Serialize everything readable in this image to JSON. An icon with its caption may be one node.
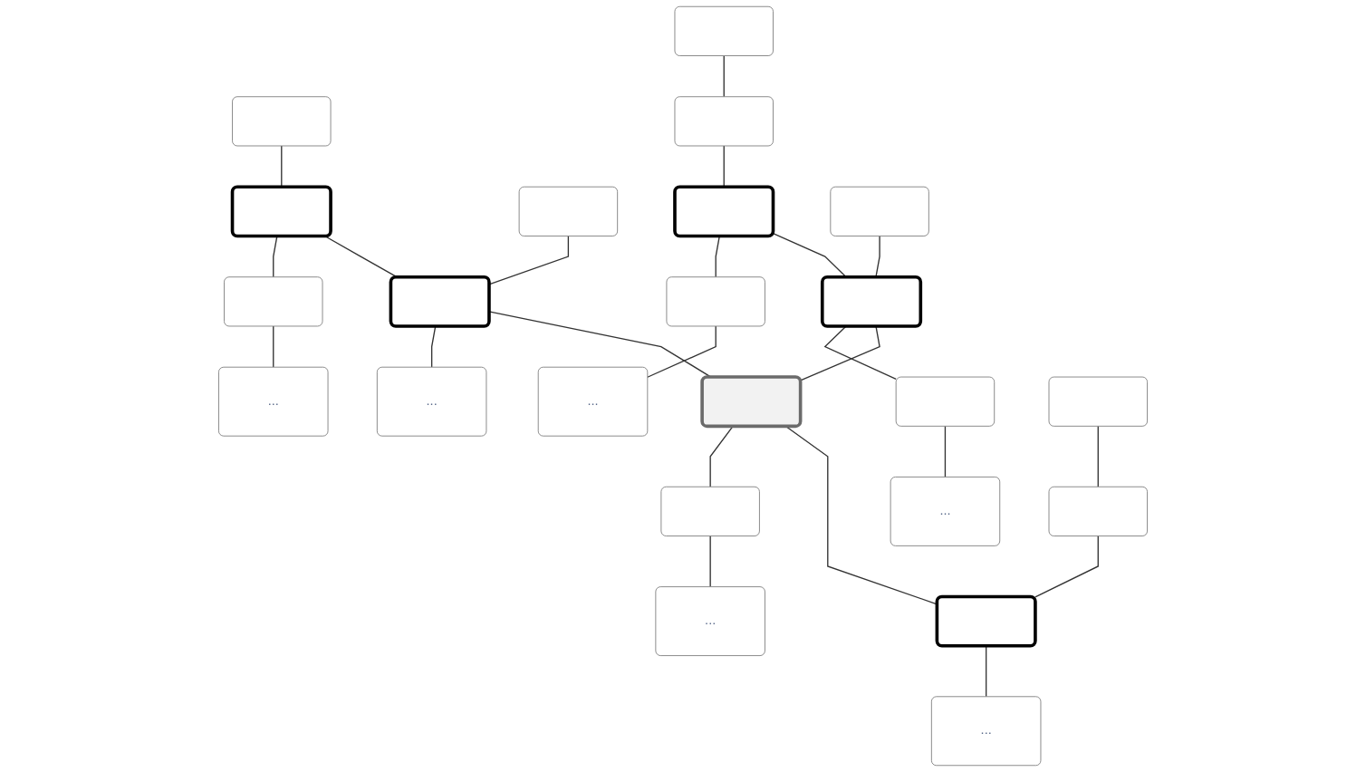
{
  "diagram": {
    "nodes": [
      {
        "text": [],
        "shape": "box"
      },
      {
        "text": [],
        "shape": "box"
      },
      {
        "text": [],
        "shape": "box"
      },
      {
        "text": [
          "..."
        ]
      },
      {
        "text": [],
        "shape": "box"
      },
      {
        "text": [],
        "shape": "box"
      },
      {
        "text": [
          "..."
        ]
      },
      {
        "text": [],
        "shape": "box"
      },
      {
        "text": [],
        "shape": "box"
      },
      {
        "text": [],
        "shape": "box"
      },
      {
        "text": [],
        "shape": "box"
      },
      {
        "text": [
          "..."
        ]
      },
      {
        "text": [],
        "shape": "box"
      },
      {
        "text": [],
        "shape": "box"
      },
      {
        "text": [],
        "shape": "box"
      },
      {
        "text": [
          "..."
        ]
      },
      {
        "text": [],
        "shape": "box"
      },
      {
        "text": [],
        "shape": "box"
      },
      {
        "text": [
          "..."
        ]
      },
      {
        "text": [],
        "shape": "box"
      },
      {
        "text": [],
        "shape": "box"
      },
      {
        "text": [],
        "shape": "box"
      },
      {
        "text": [
          "..."
        ]
      }
    ],
    "edges": [
      {
        "from": 0,
        "to": 1,
        "arrow": "none"
      },
      {
        "from": 1,
        "to": 2,
        "arrow": "none"
      },
      {
        "from": 2,
        "to": 3,
        "arrow": "none"
      },
      {
        "from": 1,
        "to": 5,
        "arrow": "none"
      },
      {
        "from": 4,
        "to": 5,
        "arrow": "none"
      },
      {
        "from": 5,
        "to": 6,
        "arrow": "none"
      },
      {
        "from": 5,
        "to": 16,
        "arrow": "none"
      },
      {
        "from": 7,
        "to": 8,
        "arrow": "none"
      },
      {
        "from": 8,
        "to": 9,
        "arrow": "none"
      },
      {
        "from": 9,
        "to": 10,
        "arrow": "none"
      },
      {
        "from": 10,
        "to": 11,
        "arrow": "none"
      },
      {
        "from": 9,
        "to": 13,
        "arrow": "none"
      },
      {
        "from": 12,
        "to": 13,
        "arrow": "none"
      },
      {
        "from": 13,
        "to": 14,
        "arrow": "none"
      },
      {
        "from": 14,
        "to": 15,
        "arrow": "none"
      },
      {
        "from": 13,
        "to": 16,
        "arrow": "none"
      },
      {
        "from": 16,
        "to": 17,
        "arrow": "none"
      },
      {
        "from": 17,
        "to": 18,
        "arrow": "none"
      },
      {
        "from": 16,
        "to": 21,
        "arrow": "none"
      },
      {
        "from": 19,
        "to": 20,
        "arrow": "none"
      },
      {
        "from": 20,
        "to": 21,
        "arrow": "none"
      },
      {
        "from": 21,
        "to": 22,
        "arrow": "none"
      }
    ]
  }
}
